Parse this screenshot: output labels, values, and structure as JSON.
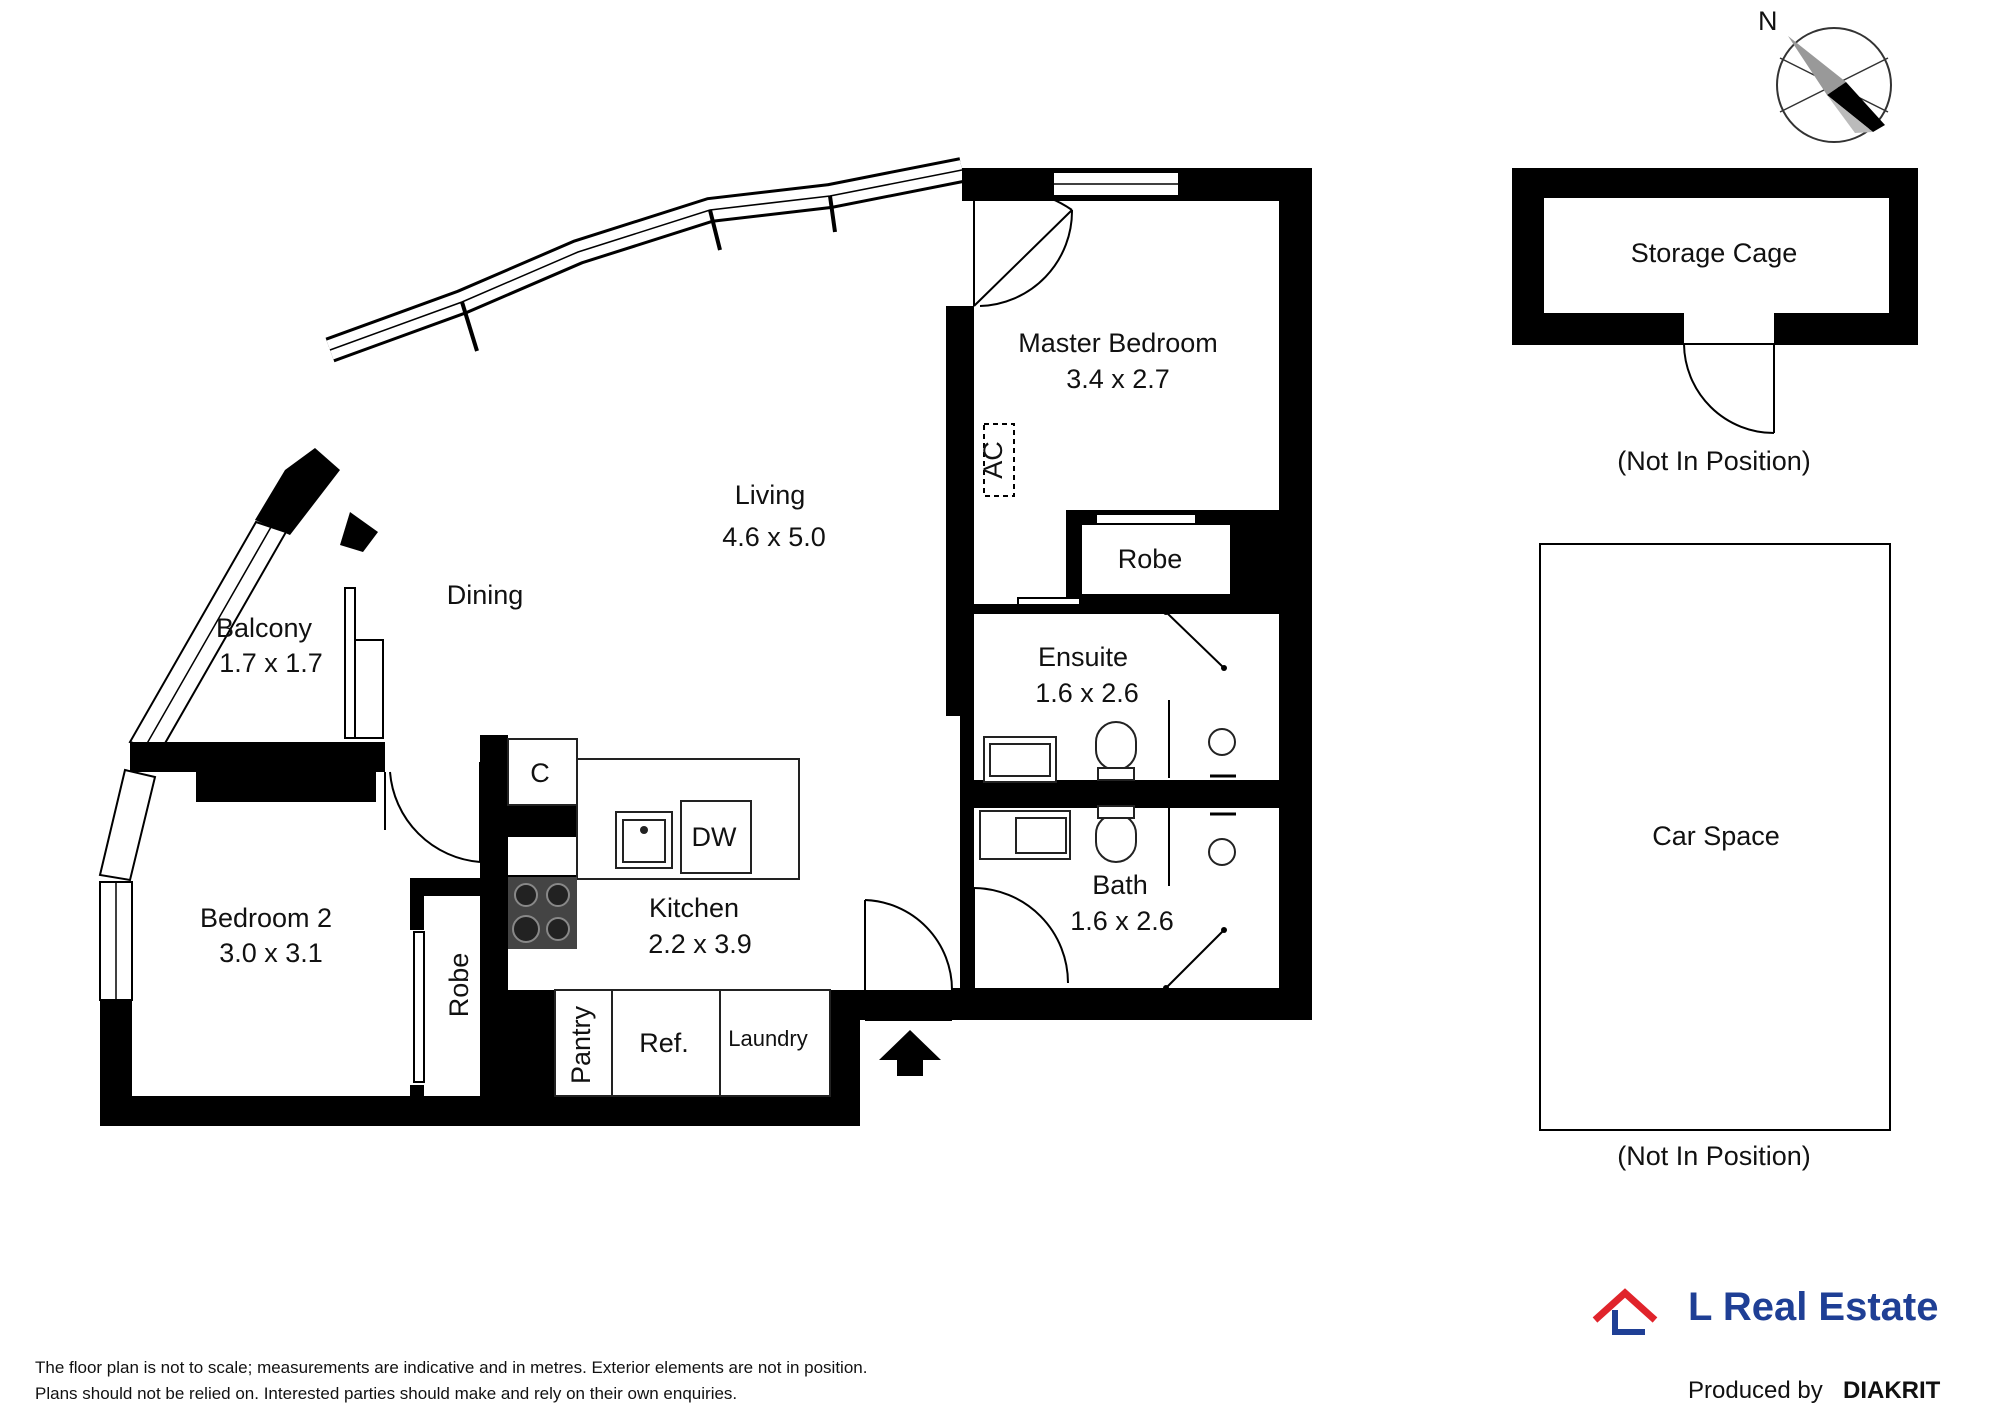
{
  "rooms": {
    "storage": {
      "name": "Storage Cage",
      "note": "(Not In Position)"
    },
    "car": {
      "name": "Car Space",
      "note": "(Not In Position)"
    },
    "master": {
      "name": "Master Bedroom",
      "dims": "3.4 x 2.7"
    },
    "living": {
      "name": "Living",
      "dims": "4.6 x 5.0"
    },
    "dining": {
      "name": "Dining"
    },
    "balcony": {
      "name": "Balcony",
      "dims": "1.7 x 1.7"
    },
    "ensuite": {
      "name": "Ensuite",
      "dims": "1.6 x 2.6"
    },
    "bath": {
      "name": "Bath",
      "dims": "1.6 x 2.6"
    },
    "bedroom2": {
      "name": "Bedroom 2",
      "dims": "3.0 x 3.1"
    },
    "kitchen": {
      "name": "Kitchen",
      "dims": "2.2 x 3.9"
    }
  },
  "fixtures": {
    "robe": "Robe",
    "ac": "AC",
    "cupboard": "C",
    "dishwasher": "DW",
    "pantry": "Pantry",
    "fridge": "Ref.",
    "laundry": "Laundry"
  },
  "compass": {
    "label": "N"
  },
  "disclaimer": {
    "line1": "The floor plan is not to scale; measurements are indicative and in metres. Exterior elements are not in position.",
    "line2": "Plans should not be relied on. Interested parties should make and rely on their own enquiries."
  },
  "branding": {
    "agency": "L Real Estate",
    "produced_by": "Produced by",
    "producer": "DIAKRIT",
    "colors": {
      "logo_red": "#e0242b",
      "logo_blue": "#1f3f95",
      "wall": "#000000"
    }
  },
  "icons": [
    "compass-icon",
    "entry-arrow-icon",
    "house-logo-icon"
  ]
}
